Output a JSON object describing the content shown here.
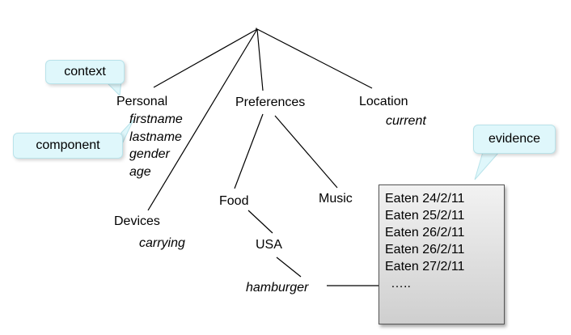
{
  "root": {
    "label": "."
  },
  "nodes": {
    "personal": "Personal",
    "preferences": "Preferences",
    "location": "Location",
    "devices": "Devices",
    "food": "Food",
    "music": "Music",
    "usa": "USA"
  },
  "attributes": {
    "personal": [
      "firstname",
      "lastname",
      "gender",
      "age"
    ],
    "location": "current",
    "devices": "carrying",
    "usa": "hamburger"
  },
  "callouts": {
    "context": "context",
    "component": "component",
    "evidence": "evidence"
  },
  "evidence_items": [
    "Eaten 24/2/11",
    "Eaten 25/2/11",
    "Eaten 26/2/11",
    "Eaten 26/2/11",
    "Eaten 27/2/11",
    "….."
  ],
  "colors": {
    "callout_fill": "#dff7fb",
    "edge": "#000000"
  }
}
